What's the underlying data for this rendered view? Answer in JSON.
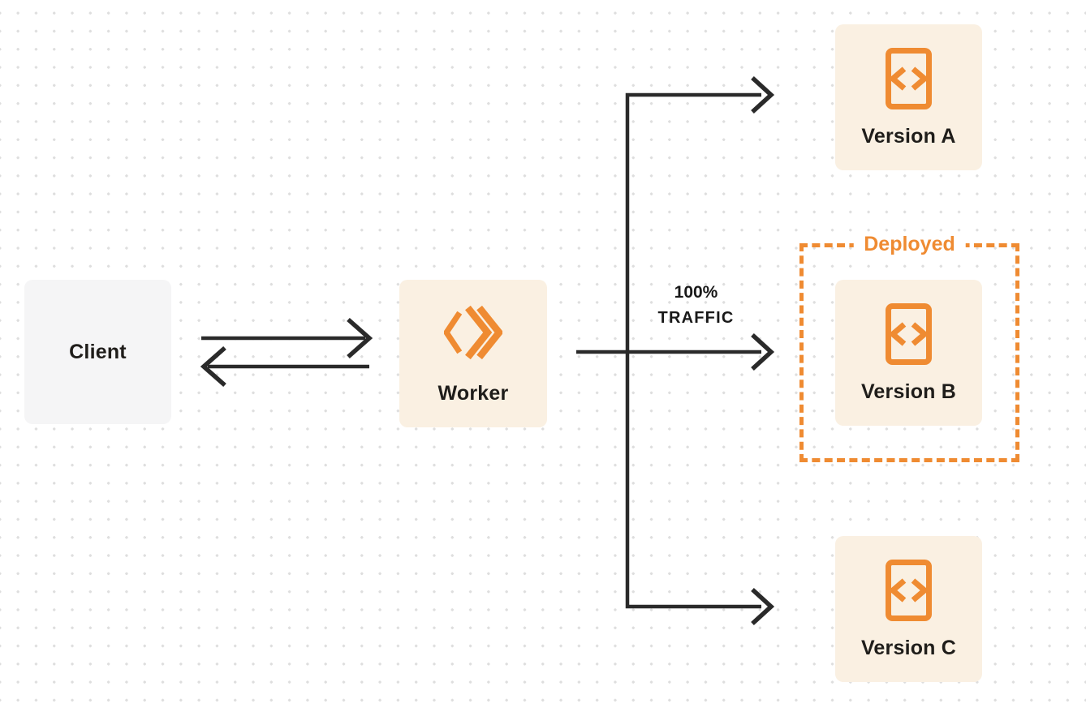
{
  "page": {
    "background": "#ffffff",
    "dot_color": "#dedede"
  },
  "colors": {
    "orange": "#ef8b32",
    "node_cream": "#faf0e2",
    "client_gray": "#f5f5f6",
    "arrow_dark": "#2a2a2a",
    "text_dark": "#1f1d1a"
  },
  "nodes": {
    "client": {
      "label": "Client"
    },
    "worker": {
      "label": "Worker",
      "icon": "cloudflare-worker-logo"
    },
    "version_a": {
      "label": "Version A",
      "icon": "code-file"
    },
    "version_b": {
      "label": "Version B",
      "icon": "code-file"
    },
    "version_c": {
      "label": "Version C",
      "icon": "code-file"
    }
  },
  "groups": {
    "deployed": {
      "label": "Deployed",
      "contains": "version_b",
      "style": "orange-dashed"
    }
  },
  "labels": {
    "traffic_line1": "100%",
    "traffic_line2": "TRAFFIC"
  },
  "edges": [
    {
      "from": "client",
      "to": "worker",
      "type": "straight-arrow",
      "direction": "right"
    },
    {
      "from": "worker",
      "to": "client",
      "type": "straight-arrow",
      "direction": "left"
    },
    {
      "from": "worker",
      "to": "version_a",
      "type": "elbow-arrow"
    },
    {
      "from": "worker",
      "to": "version_b",
      "type": "straight-arrow",
      "label": "100% TRAFFIC"
    },
    {
      "from": "worker",
      "to": "version_c",
      "type": "elbow-arrow"
    }
  ]
}
